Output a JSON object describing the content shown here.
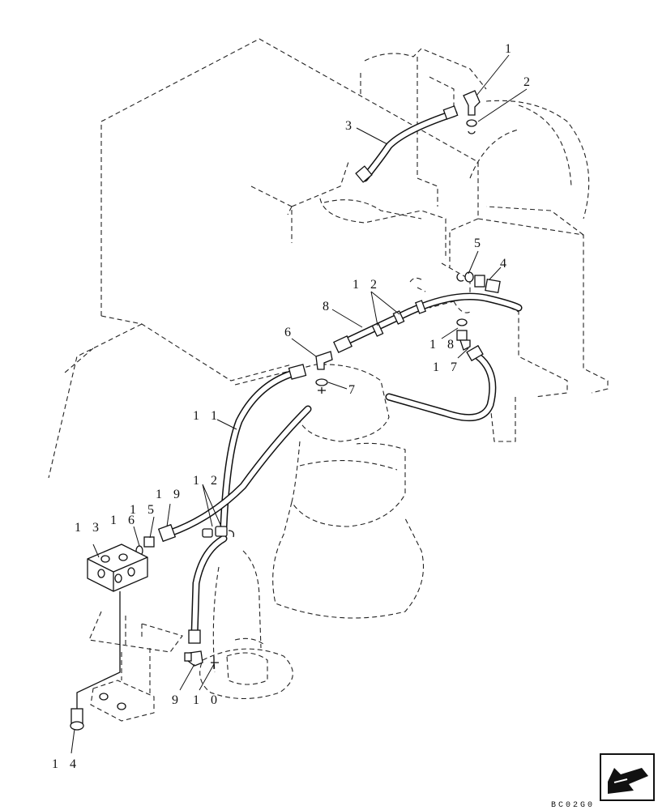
{
  "diagram": {
    "callouts": [
      {
        "id": "c1",
        "label": "1"
      },
      {
        "id": "c2",
        "label": "2"
      },
      {
        "id": "c3",
        "label": "3"
      },
      {
        "id": "c4",
        "label": "4"
      },
      {
        "id": "c5",
        "label": "5"
      },
      {
        "id": "c6",
        "label": "6"
      },
      {
        "id": "c7",
        "label": "7"
      },
      {
        "id": "c8",
        "label": "8"
      },
      {
        "id": "c9",
        "label": "9"
      },
      {
        "id": "c10",
        "label": "1 0"
      },
      {
        "id": "c11",
        "label": "1 1"
      },
      {
        "id": "c12a",
        "label": "1 2"
      },
      {
        "id": "c12b",
        "label": "1 2"
      },
      {
        "id": "c13",
        "label": "1 3"
      },
      {
        "id": "c14",
        "label": "1 4"
      },
      {
        "id": "c15",
        "label": "1 5"
      },
      {
        "id": "c16",
        "label": "1 6"
      },
      {
        "id": "c17",
        "label": "1 7"
      },
      {
        "id": "c18",
        "label": "1 8"
      },
      {
        "id": "c19",
        "label": "1 9"
      }
    ],
    "drawing_code": "BC02G0",
    "nav_icon": "back-arrow-icon"
  }
}
